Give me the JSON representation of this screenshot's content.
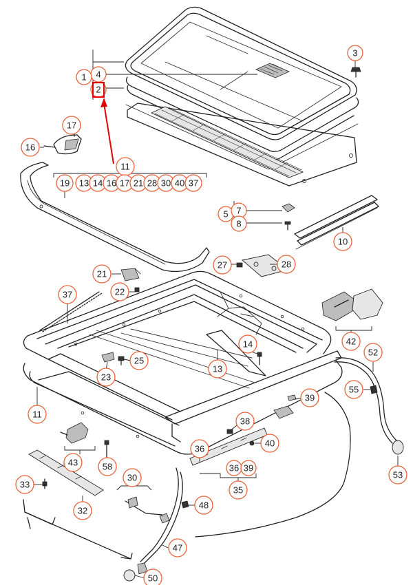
{
  "callouts": [
    {
      "id": "c3",
      "label": "3"
    },
    {
      "id": "c4",
      "label": "4"
    },
    {
      "id": "c1",
      "label": "1"
    },
    {
      "id": "c2",
      "label": "2"
    },
    {
      "id": "c17",
      "label": "17"
    },
    {
      "id": "c16",
      "label": "16"
    },
    {
      "id": "c11a",
      "label": "11"
    },
    {
      "id": "g19",
      "label": "19"
    },
    {
      "id": "g13",
      "label": "13"
    },
    {
      "id": "g14",
      "label": "14"
    },
    {
      "id": "g16",
      "label": "16"
    },
    {
      "id": "g17",
      "label": "17"
    },
    {
      "id": "g21",
      "label": "21"
    },
    {
      "id": "g28",
      "label": "28"
    },
    {
      "id": "g30",
      "label": "30"
    },
    {
      "id": "g40",
      "label": "40"
    },
    {
      "id": "g37",
      "label": "37"
    },
    {
      "id": "c5",
      "label": "5"
    },
    {
      "id": "c7",
      "label": "7"
    },
    {
      "id": "c8",
      "label": "8"
    },
    {
      "id": "c10",
      "label": "10"
    },
    {
      "id": "c27",
      "label": "27"
    },
    {
      "id": "c28",
      "label": "28"
    },
    {
      "id": "c21",
      "label": "21"
    },
    {
      "id": "c22",
      "label": "22"
    },
    {
      "id": "c37",
      "label": "37"
    },
    {
      "id": "c42",
      "label": "42"
    },
    {
      "id": "c14",
      "label": "14"
    },
    {
      "id": "c52",
      "label": "52"
    },
    {
      "id": "c25",
      "label": "25"
    },
    {
      "id": "c23",
      "label": "23"
    },
    {
      "id": "c13",
      "label": "13"
    },
    {
      "id": "c55",
      "label": "55"
    },
    {
      "id": "c11b",
      "label": "11"
    },
    {
      "id": "c39a",
      "label": "39"
    },
    {
      "id": "c38",
      "label": "38"
    },
    {
      "id": "c40",
      "label": "40"
    },
    {
      "id": "c36",
      "label": "36"
    },
    {
      "id": "c36b",
      "label": "36"
    },
    {
      "id": "c39b",
      "label": "39"
    },
    {
      "id": "c35",
      "label": "35"
    },
    {
      "id": "c43",
      "label": "43"
    },
    {
      "id": "c58",
      "label": "58"
    },
    {
      "id": "c53",
      "label": "53"
    },
    {
      "id": "c30",
      "label": "30"
    },
    {
      "id": "c33",
      "label": "33"
    },
    {
      "id": "c32",
      "label": "32"
    },
    {
      "id": "c48",
      "label": "48"
    },
    {
      "id": "c47",
      "label": "47"
    },
    {
      "id": "c50",
      "label": "50"
    }
  ],
  "highlight": {
    "label": "2",
    "color": "#e00000"
  },
  "colors": {
    "callout_ring": "#e8623a",
    "line": "#222222",
    "highlight": "#e00000"
  }
}
